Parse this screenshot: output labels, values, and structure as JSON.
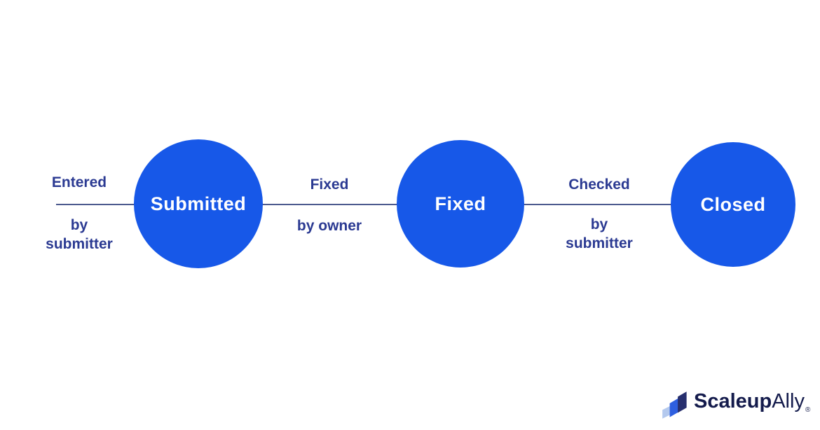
{
  "workflow": {
    "nodes": [
      {
        "label": "Submitted"
      },
      {
        "label": "Fixed"
      },
      {
        "label": "Closed"
      }
    ],
    "transitions": [
      {
        "action": "Entered",
        "by_lines": [
          "by",
          "submitter"
        ]
      },
      {
        "action": "Fixed",
        "by_lines": [
          "by owner"
        ]
      },
      {
        "action": "Checked",
        "by_lines": [
          "by",
          "submitter"
        ]
      }
    ]
  },
  "colors": {
    "node_fill": "#1758e8",
    "node_text": "#ffffff",
    "transition_text": "#2b3a92",
    "connector_line": "#4c5a8e",
    "logo_text": "#141b4c",
    "logo_icon_navy": "#272f6e",
    "logo_icon_blue": "#2e5fe0",
    "logo_icon_light": "#b4c9ee"
  },
  "logo": {
    "brand_bold": "Scaleup",
    "brand_light": "Ally",
    "registered_mark": "®"
  }
}
